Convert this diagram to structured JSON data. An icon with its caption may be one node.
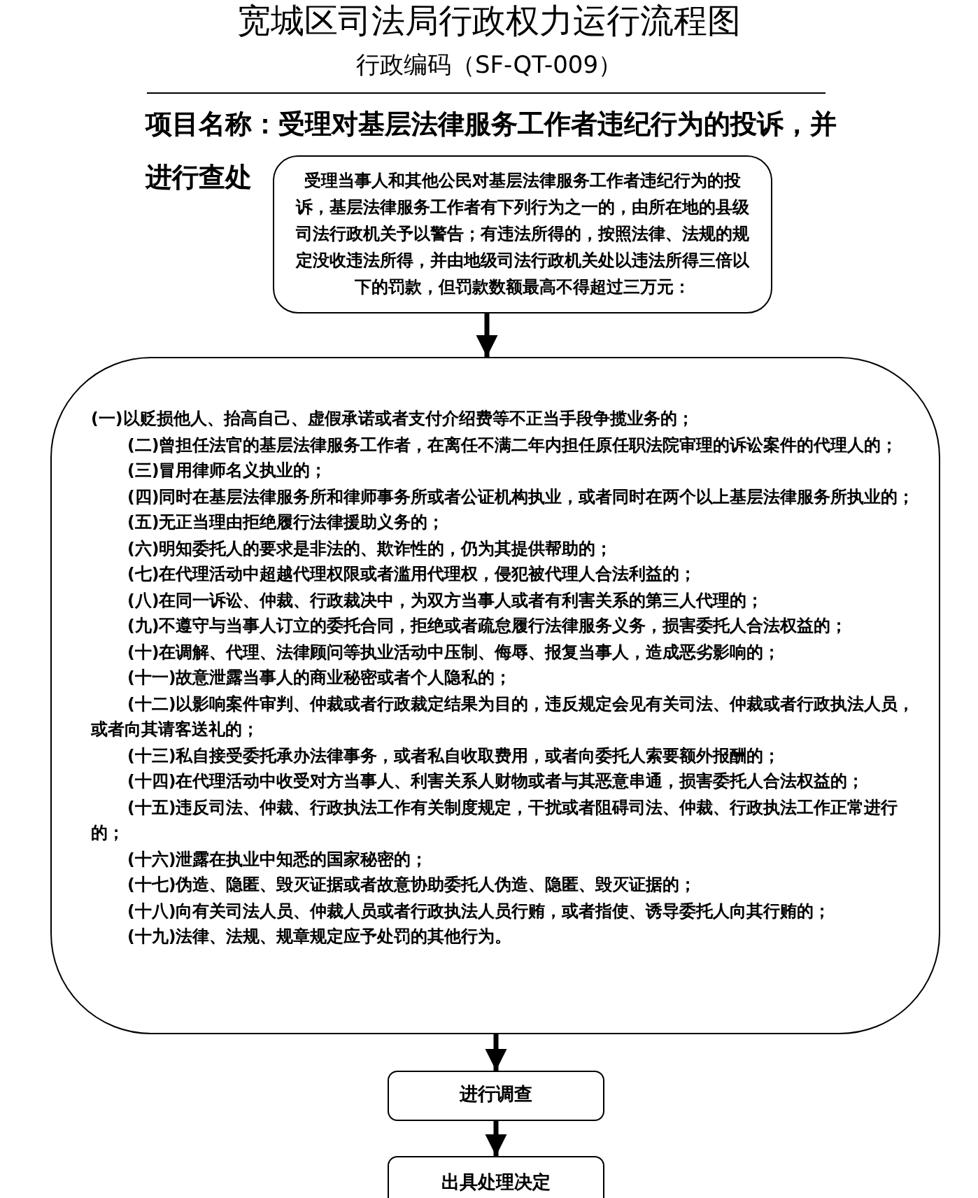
{
  "diagram": {
    "title": "宽城区司法局行政权力运行流程图",
    "labels": [
      "行政编码（SF-QT-009）",
      "项目名称：受理对基层法律服务工作者违纪行为的投诉，并进行查处"
    ],
    "nodes": [
      {
        "text": [
          "受理当事人和其他公民对基层法律服务工作者违纪行为的投诉，基层法律服务工作者有下列行为之一的，由所在地的县级司法行政机关予以警告；有违法所得的，按照法律、法规的规定没收违法所得，并由地级司法行政机关处以违法所得三倍以下的罚款，但罚款数额最高不得超过三万元："
        ]
      },
      {
        "text": [
          "(一)以贬损他人、抬高自己、虚假承诺或者支付介绍费等不正当手段争揽业务的；",
          "(二)曾担任法官的基层法律服务工作者，在离任不满二年内担任原任职法院审理的诉讼案件的代理人的；",
          "(三)冒用律师名义执业的；",
          "(四)同时在基层法律服务所和律师事务所或者公证机构执业，或者同时在两个以上基层法律服务所执业的；",
          "(五)无正当理由拒绝履行法律援助义务的；",
          "(六)明知委托人的要求是非法的、欺诈性的，仍为其提供帮助的；",
          "(七)在代理活动中超越代理权限或者滥用代理权，侵犯被代理人合法利益的；",
          "(八)在同一诉讼、仲裁、行政裁决中，为双方当事人或者有利害关系的第三人代理的；",
          "(九)不遵守与当事人订立的委托合同，拒绝或者疏怠履行法律服务义务，损害委托人合法权益的；",
          "(十)在调解、代理、法律顾问等执业活动中压制、侮辱、报复当事人，造成恶劣影响的；",
          "(十一)故意泄露当事人的商业秘密或者个人隐私的；",
          "(十二)以影响案件审判、仲裁或者行政裁定结果为目的，违反规定会见有关司法、仲裁或者行政执法人员，或者向其请客送礼的；",
          "(十三)私自接受委托承办法律事务，或者私自收取费用，或者向委托人索要额外报酬的；",
          "(十四)在代理活动中收受对方当事人、利害关系人财物或者与其恶意串通，损害委托人合法权益的；",
          "(十五)违反司法、仲裁、行政执法工作有关制度规定，干扰或者阻碍司法、仲裁、行政执法工作正常进行的；",
          "(十六)泄露在执业中知悉的国家秘密的；",
          "(十七)伪造、隐匿、毁灭证据或者故意协助委托人伪造、隐匿、毁灭证据的；",
          "(十八)向有关司法人员、仲裁人员或者行政执法人员行贿，或者指使、诱导委托人向其行贿的；",
          "(十九)法律、法规、规章规定应予处罚的其他行为。"
        ]
      },
      {
        "text": [
          "进行调查"
        ]
      },
      {
        "text": [
          "出具处理决定"
        ]
      }
    ],
    "edges": [
      {
        "from": 0,
        "to": 1,
        "arrow": "to"
      },
      {
        "from": 1,
        "to": 2,
        "arrow": "to"
      },
      {
        "from": 2,
        "to": 3,
        "arrow": "to"
      }
    ]
  }
}
